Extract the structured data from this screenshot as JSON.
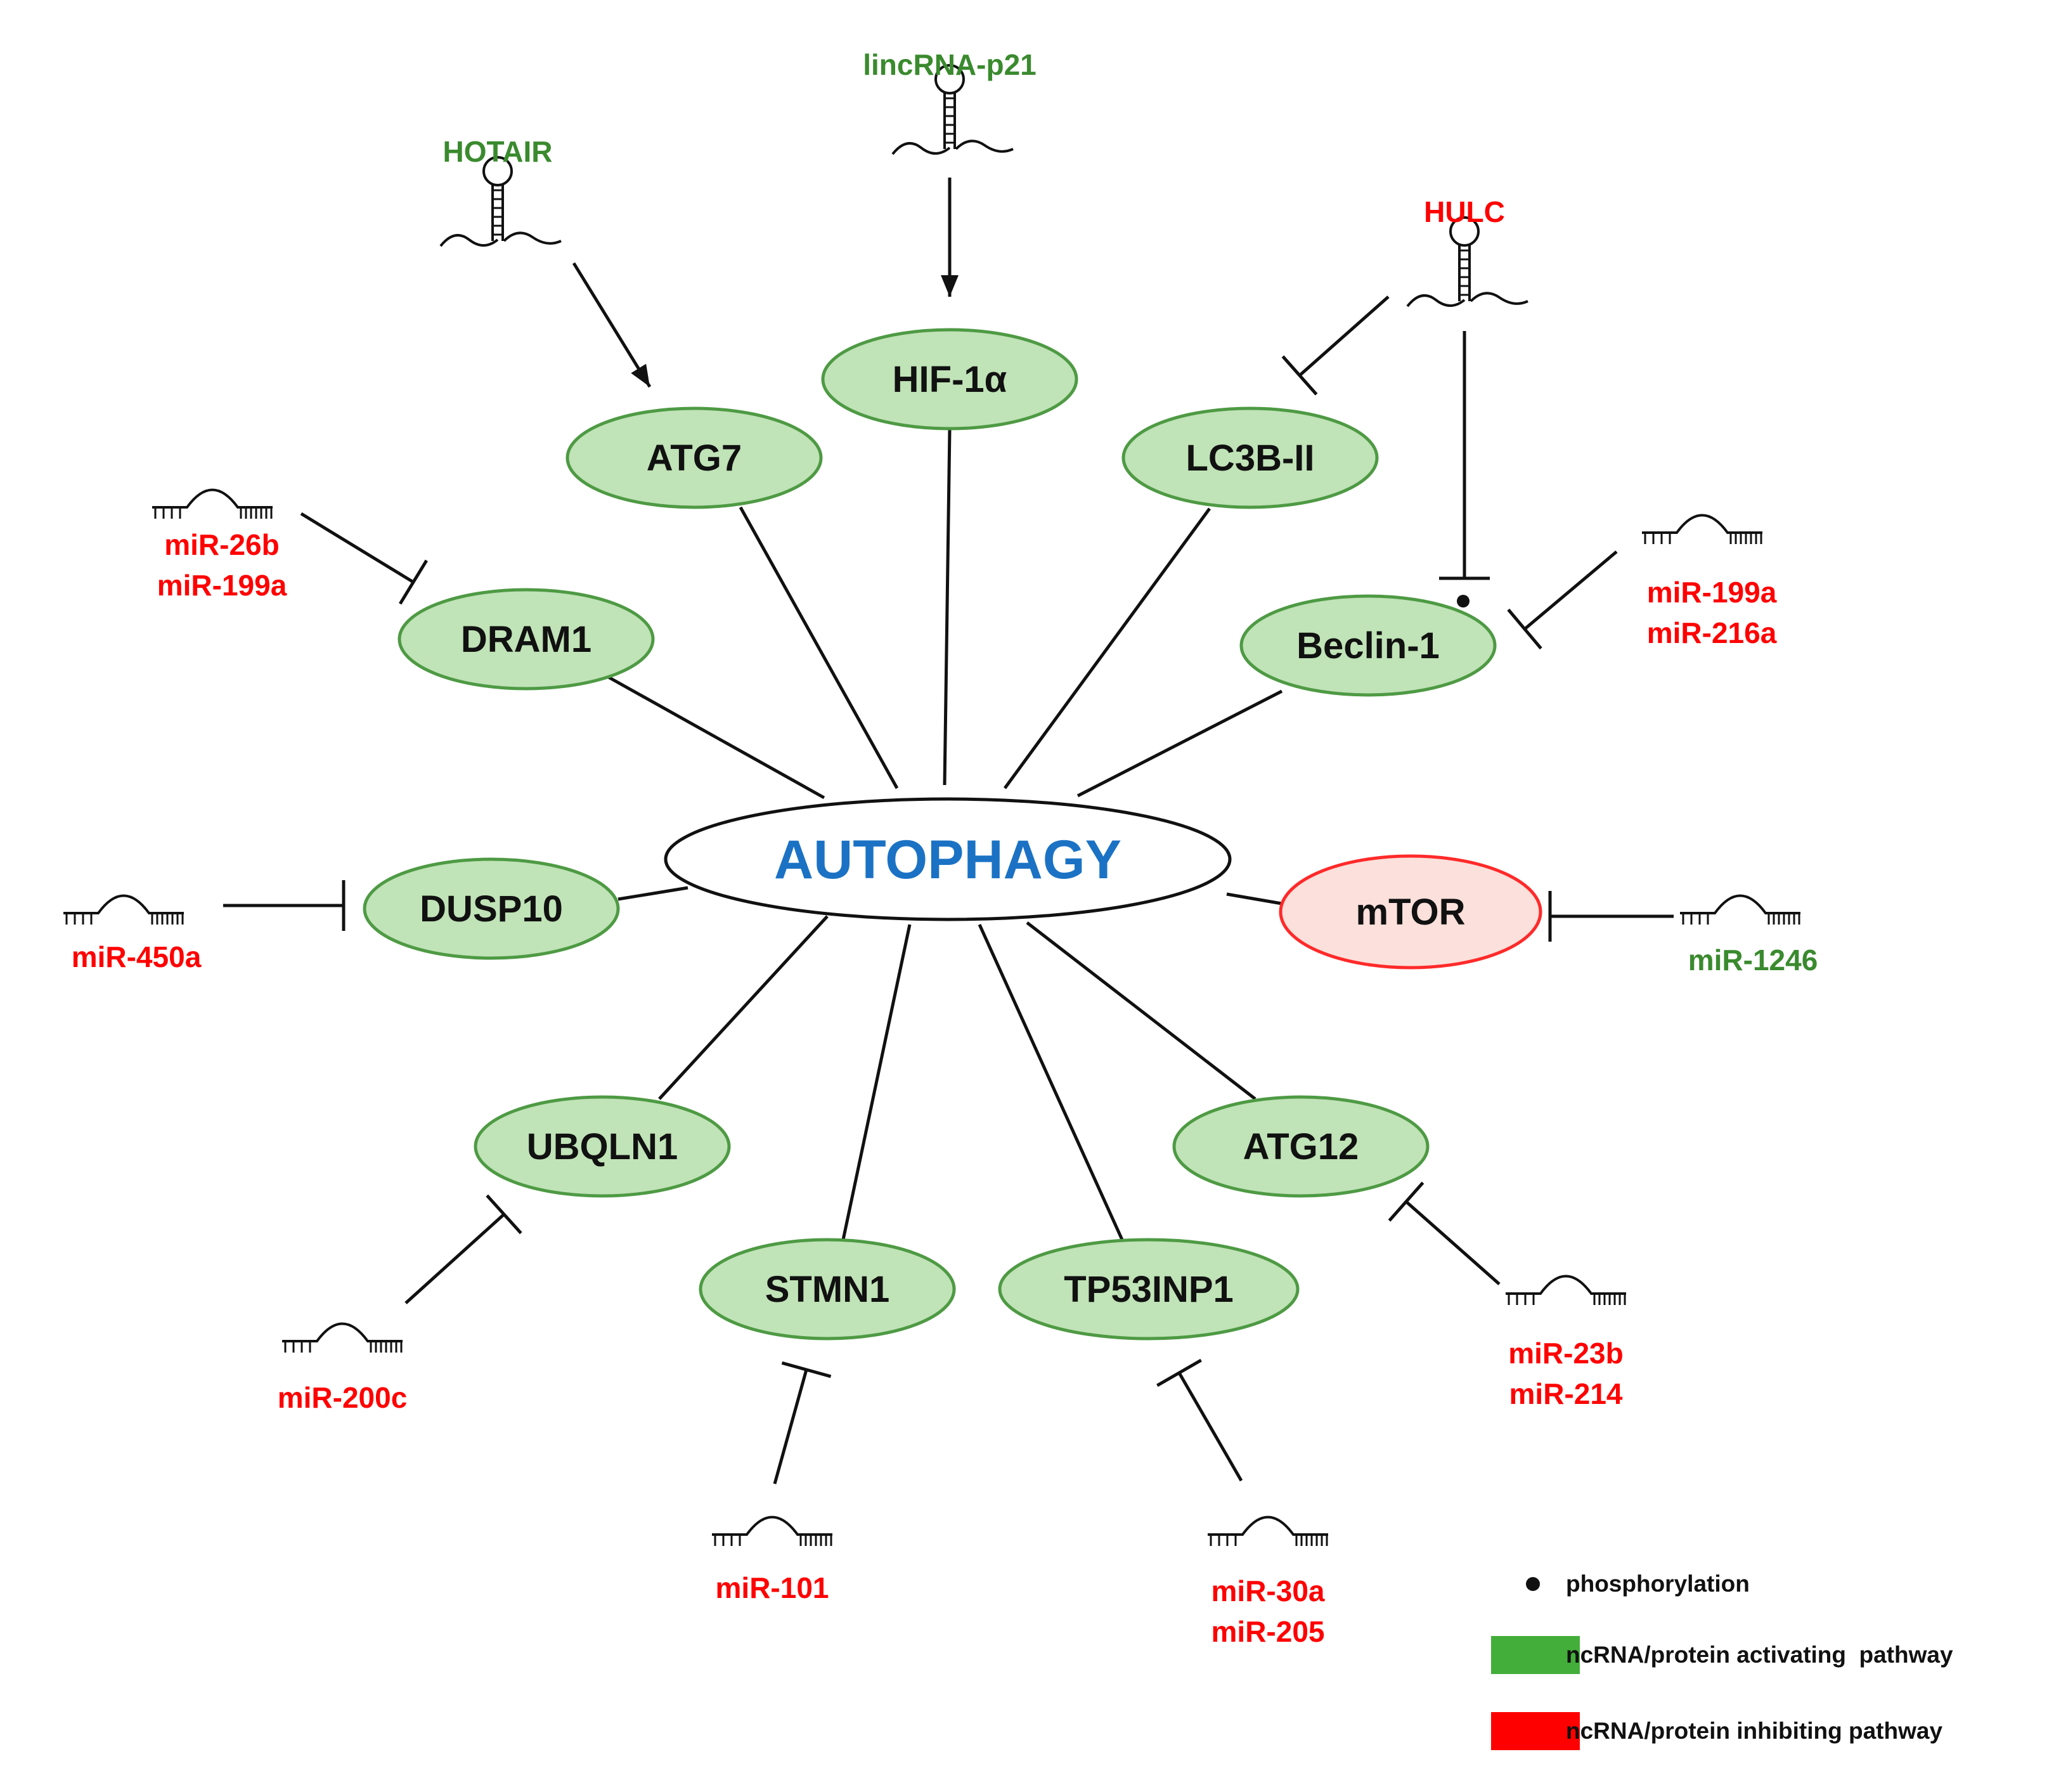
{
  "colors": {
    "activating": "#3a8a2e",
    "inhibiting": "#ff0000",
    "node_fill_green": "#c0e3b7",
    "node_stroke_green": "#4e9a44",
    "node_fill_red": "#fbe0db",
    "node_stroke_red": "#ff2a2a",
    "center_text": "#1b72c4",
    "legend_green": "#43ae3a",
    "legend_red": "#ff0000"
  },
  "center": {
    "label": "AUTOPHAGY"
  },
  "nodes": [
    {
      "id": "hif1a",
      "label": "HIF-1α",
      "kind": "activating"
    },
    {
      "id": "atg7",
      "label": "ATG7",
      "kind": "activating"
    },
    {
      "id": "lc3b",
      "label": "LC3B-II",
      "kind": "activating"
    },
    {
      "id": "dram1",
      "label": "DRAM1",
      "kind": "activating"
    },
    {
      "id": "beclin1",
      "label": "Beclin-1",
      "kind": "activating"
    },
    {
      "id": "dusp10",
      "label": "DUSP10",
      "kind": "activating"
    },
    {
      "id": "mtor",
      "label": "mTOR",
      "kind": "inhibiting"
    },
    {
      "id": "ubqln1",
      "label": "UBQLN1",
      "kind": "activating"
    },
    {
      "id": "atg12",
      "label": "ATG12",
      "kind": "activating"
    },
    {
      "id": "stmn1",
      "label": "STMN1",
      "kind": "activating"
    },
    {
      "id": "tp53inp1",
      "label": "TP53INP1",
      "kind": "activating"
    }
  ],
  "regulators": [
    {
      "id": "hotair",
      "type": "lncRNA",
      "lines": [
        "HOTAIR"
      ],
      "kind": "activating",
      "target": "atg7",
      "effect": "activates"
    },
    {
      "id": "lincrna",
      "type": "lncRNA",
      "lines": [
        "lincRNA-p21"
      ],
      "kind": "activating",
      "target": "hif1a",
      "effect": "activates"
    },
    {
      "id": "hulc",
      "type": "lncRNA",
      "lines": [
        "HULC"
      ],
      "kind": "inhibiting",
      "target": "lc3b, beclin1",
      "effect": "inhibits"
    },
    {
      "id": "mir26b",
      "type": "miRNA",
      "lines": [
        "miR-26b",
        "miR-199a"
      ],
      "kind": "inhibiting",
      "target": "dram1",
      "effect": "inhibits"
    },
    {
      "id": "mir199a",
      "type": "miRNA",
      "lines": [
        "miR-199a",
        "miR-216a"
      ],
      "kind": "inhibiting",
      "target": "beclin1",
      "effect": "inhibits"
    },
    {
      "id": "mir450a",
      "type": "miRNA",
      "lines": [
        "miR-450a"
      ],
      "kind": "inhibiting",
      "target": "dusp10",
      "effect": "inhibits"
    },
    {
      "id": "mir1246",
      "type": "miRNA",
      "lines": [
        "miR-1246"
      ],
      "kind": "activating",
      "target": "mtor",
      "effect": "inhibits"
    },
    {
      "id": "mir200c",
      "type": "miRNA",
      "lines": [
        "miR-200c"
      ],
      "kind": "inhibiting",
      "target": "ubqln1",
      "effect": "inhibits"
    },
    {
      "id": "mir23b",
      "type": "miRNA",
      "lines": [
        "miR-23b",
        "miR-214"
      ],
      "kind": "inhibiting",
      "target": "atg12",
      "effect": "inhibits"
    },
    {
      "id": "mir101",
      "type": "miRNA",
      "lines": [
        "miR-101"
      ],
      "kind": "inhibiting",
      "target": "stmn1",
      "effect": "inhibits"
    },
    {
      "id": "mir30a",
      "type": "miRNA",
      "lines": [
        "miR-30a",
        "miR-205"
      ],
      "kind": "inhibiting",
      "target": "tp53inp1",
      "effect": "inhibits"
    }
  ],
  "legend": {
    "items": [
      {
        "symbol": "dot",
        "label": "phosphorylation"
      },
      {
        "symbol": "green-box",
        "label": "ncRNA/protein activating  pathway"
      },
      {
        "symbol": "red-box",
        "label": "ncRNA/protein inhibiting pathway"
      }
    ]
  }
}
